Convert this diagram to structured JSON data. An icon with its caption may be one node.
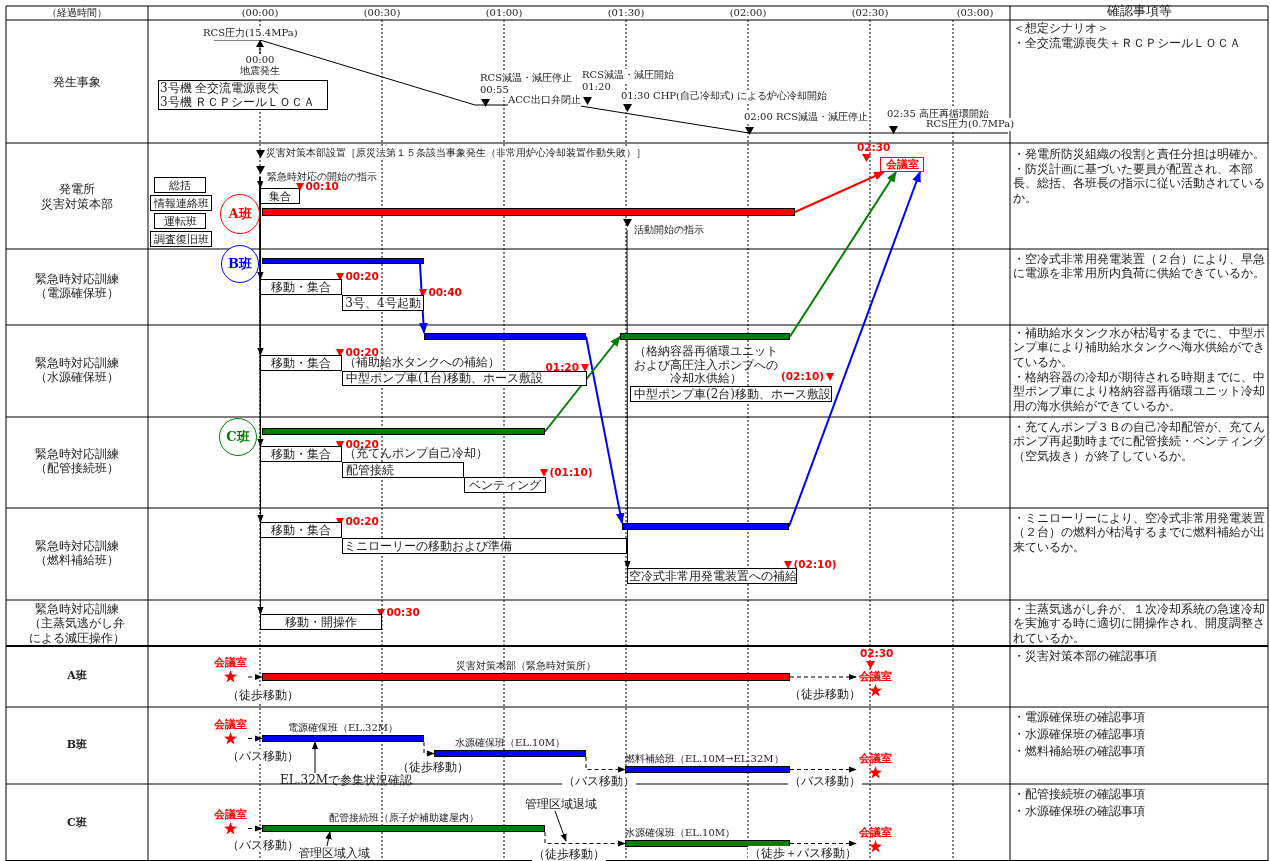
{
  "diagram": {
    "nodes": [
      {
        "text": [
          "3号機 全交流電源喪失",
          "3号機 ＲＣＰシールＬＯＣＡ"
        ]
      },
      {
        "text": [
          "総括"
        ]
      },
      {
        "text": [
          "情報連絡班"
        ]
      },
      {
        "text": [
          "運転班"
        ]
      },
      {
        "text": [
          "調査復旧班"
        ]
      },
      {
        "text": [
          "A班"
        ]
      },
      {
        "text": [
          "集合"
        ]
      },
      {
        "text": [],
        "shape": "bar"
      },
      {
        "text": [
          "会議室"
        ]
      },
      {
        "text": [
          "B班"
        ]
      },
      {
        "text": [],
        "shape": "bar"
      },
      {
        "text": [
          "移動・集合"
        ]
      },
      {
        "text": [
          "3号、4号起動"
        ]
      },
      {
        "text": [],
        "shape": "bar"
      },
      {
        "text": [
          "移動・集合"
        ]
      },
      {
        "text": [
          "中型ポンプ車(1台)移動、ホース敷設"
        ],
        "beside": [
          "（補助給水タンクへの補給）"
        ]
      },
      {
        "text": [],
        "shape": "bar"
      },
      {
        "text": [
          "中型ポンプ車(2台)移動、ホース敷設"
        ],
        "beside": [
          "（格納容器再循環ユニットおよび高圧注入ポンプへの冷却水供給）"
        ]
      },
      {
        "text": [
          "C班"
        ]
      },
      {
        "text": [],
        "shape": "bar"
      },
      {
        "text": [
          "移動・集合"
        ]
      },
      {
        "text": [
          "配管接続"
        ],
        "beside": [
          "（充てんポンプ自己冷却）"
        ]
      },
      {
        "text": [
          "ベンティング"
        ]
      },
      {
        "text": [
          "移動・集合"
        ]
      },
      {
        "text": [
          "ミニローリーの移動および準備"
        ]
      },
      {
        "text": [],
        "shape": "bar"
      },
      {
        "text": [
          "空冷式非常用発電装置への補給"
        ]
      },
      {
        "text": [
          "移動・開操作"
        ]
      },
      {
        "text": [
          "会議室"
        ]
      },
      {
        "text": [
          "災害対策本部（緊急時対策所）"
        ]
      },
      {
        "text": [
          "会議室"
        ]
      },
      {
        "text": [
          "会議室"
        ]
      },
      {
        "text": [
          "電源確保班（EL.32M）"
        ]
      },
      {
        "text": [
          "水源確保班（EL.10M）"
        ]
      },
      {
        "text": [
          "燃料補給班（EL.10M→EL.32M）"
        ]
      },
      {
        "text": [
          "会議室"
        ]
      },
      {
        "text": [
          "EL.32Mで参集状況確認"
        ]
      },
      {
        "text": [
          "会議室"
        ]
      },
      {
        "text": [
          "配管接続班（原子炉補助建屋内）"
        ]
      },
      {
        "text": [
          "水源確保班（EL.10M）"
        ]
      },
      {
        "text": [
          "会議室"
        ]
      },
      {
        "text": [
          "管理区域入域"
        ]
      },
      {
        "text": [
          "管理区域退域"
        ]
      },
      {
        "text": [
          "緊急時対応の開始の指示"
        ]
      },
      {
        "text": [
          "活動開始の指示"
        ]
      }
    ],
    "edges": [
      {
        "from": 7,
        "to": 8,
        "arrow": "to",
        "color": "#ff0000"
      },
      {
        "from": 16,
        "to": 8,
        "arrow": "to",
        "color": "#008000"
      },
      {
        "from": 25,
        "to": 8,
        "arrow": "to",
        "color": "#0000ff"
      },
      {
        "from": 10,
        "to": 13,
        "arrow": "to",
        "color": "#0000ff"
      },
      {
        "from": 13,
        "to": 25,
        "arrow": "to",
        "color": "#0000ff"
      },
      {
        "from": 19,
        "to": 16,
        "arrow": "to",
        "color": "#008000"
      },
      {
        "from": 43,
        "to": 6,
        "arrow": "to"
      },
      {
        "from": 43,
        "to": 11,
        "arrow": "to"
      },
      {
        "from": 43,
        "to": 14,
        "arrow": "to"
      },
      {
        "from": 43,
        "to": 20,
        "arrow": "to"
      },
      {
        "from": 43,
        "to": 23,
        "arrow": "to"
      },
      {
        "from": 43,
        "to": 27,
        "arrow": "to"
      },
      {
        "from": 44,
        "to": 26,
        "arrow": "to"
      },
      {
        "from": 28,
        "to": 29,
        "arrow": "to",
        "style": "dashed",
        "label": "（徒歩移動）"
      },
      {
        "from": 29,
        "to": 30,
        "arrow": "to",
        "style": "dashed",
        "label": "（徒歩移動）"
      },
      {
        "from": 31,
        "to": 32,
        "arrow": "to",
        "style": "dashed",
        "label": "（バス移動）"
      },
      {
        "from": 32,
        "to": 33,
        "arrow": "to",
        "style": "dashed",
        "label": "（徒歩移動）"
      },
      {
        "from": 33,
        "to": 34,
        "arrow": "to",
        "style": "dashed",
        "label": "（バス移動）"
      },
      {
        "from": 34,
        "to": 35,
        "arrow": "to",
        "style": "dashed",
        "label": "（バス移動）"
      },
      {
        "from": 36,
        "to": 32,
        "arrow": "to"
      },
      {
        "from": 37,
        "to": 38,
        "arrow": "to",
        "style": "dashed",
        "label": "（バス移動）"
      },
      {
        "from": 38,
        "to": 39,
        "arrow": "to",
        "style": "dashed",
        "label": "（徒歩移動）"
      },
      {
        "from": 39,
        "to": 40,
        "arrow": "to",
        "style": "dashed",
        "label": "（徒歩＋バス移動）"
      },
      {
        "from": 41,
        "to": 38,
        "arrow": "to"
      },
      {
        "from": 42,
        "to": null,
        "arrow": "to"
      }
    ],
    "labels": [
      "（経過時間）",
      "(00:00)",
      "(00:30)",
      "(01:00)",
      "(01:30)",
      "(02:00)",
      "(02:30)",
      "(03:00)",
      "確認事項等",
      "発生事象",
      "RCS圧力(15.4MPa)",
      "00:00",
      "地震発生",
      "RCS減温・減圧停止",
      "00:55",
      "ACC出口弁閉止",
      "RCS減温・減圧開始",
      "01:20",
      "01:30 CHP(自己冷却式) による炉心冷却開始",
      "02:00 RCS減温・減圧停止",
      "02:35 高圧再循環開始",
      "RCS圧力(0.7MPa)",
      "＜想定シナリオ＞",
      "・全交流電源喪失＋ＲＣＰシールＬＯＣＡ",
      "発電所",
      "災害対策本部",
      "災害対策本部設置［原災法第１５条該当事象発生（非常用炉心冷却装置作動失敗）］",
      "00:10",
      "02:30",
      "・発電所防災組織の役割と責任分担は明確か。",
      "・防災計画に基づいた要員が配置され、本部長、総括、各班長の指示に従い活動されているか。",
      "緊急時対応訓練（電源確保班）",
      "00:20",
      "00:40",
      "・空冷式非常用発電装置（２台）により、早急に電源を非常用所内負荷に供給できているか。",
      "緊急時対応訓練（水源確保班）",
      "00:20",
      "01:20",
      "(02:10)",
      "・補助給水タンク水が枯渇するまでに、中型ポンプ車により補助給水タンクへ海水供給ができているか。",
      "・格納容器の冷却が期待される時期までに、中型ポンプ車により格納容器再循環ユニット冷却用の海水供給ができているか。",
      "緊急時対応訓練（配管接続班）",
      "00:20",
      "(01:10)",
      "・充てんポンプ３Ｂの自己冷却配管が、充てんポンプ再起動時までに配管接続・ベンティング（空気抜き）が終了しているか。",
      "緊急時対応訓練（燃料補給班）",
      "00:20",
      "(02:10)",
      "・ミニローリーにより、空冷式非常用発電装置（２台）の燃料が枯渇するまでに燃料補給が出来ているか。",
      "緊急時対応訓練（主蒸気逃がし弁による減圧操作）",
      "00:30",
      "・主蒸気逃がし弁が、１次冷却系統の急速冷却を実施する時に適切に開操作され、開度調整されているか。",
      "A班",
      "02:30",
      "・災害対策本部の確認事項",
      "B班",
      "・電源確保班の確認事項",
      "・水源確保班の確認事項",
      "・燃料補給班の確認事項",
      "C班",
      "・配管接続班の確認事項",
      "・水源確保班の確認事項"
    ]
  }
}
